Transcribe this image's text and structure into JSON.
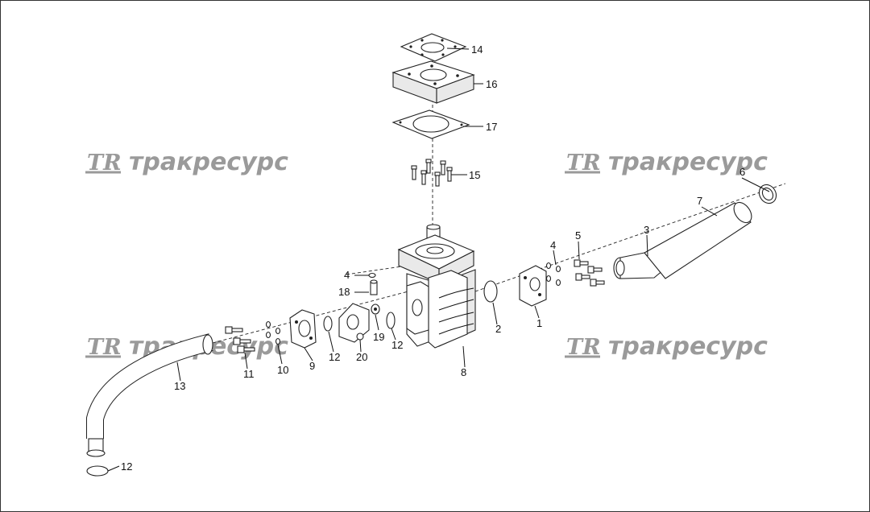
{
  "watermark": {
    "logo": "TR",
    "text": "тракресурс"
  },
  "callouts": {
    "c1": "1",
    "c2": "2",
    "c3": "3",
    "c4a": "4",
    "c4b": "4",
    "c5": "5",
    "c6": "6",
    "c7": "7",
    "c8": "8",
    "c9": "9",
    "c10": "10",
    "c11": "11",
    "c12a": "12",
    "c12b": "12",
    "c12c": "12",
    "c13": "13",
    "c14": "14",
    "c15": "15",
    "c16": "16",
    "c17": "17",
    "c18": "18",
    "c19": "19",
    "c20": "20"
  }
}
